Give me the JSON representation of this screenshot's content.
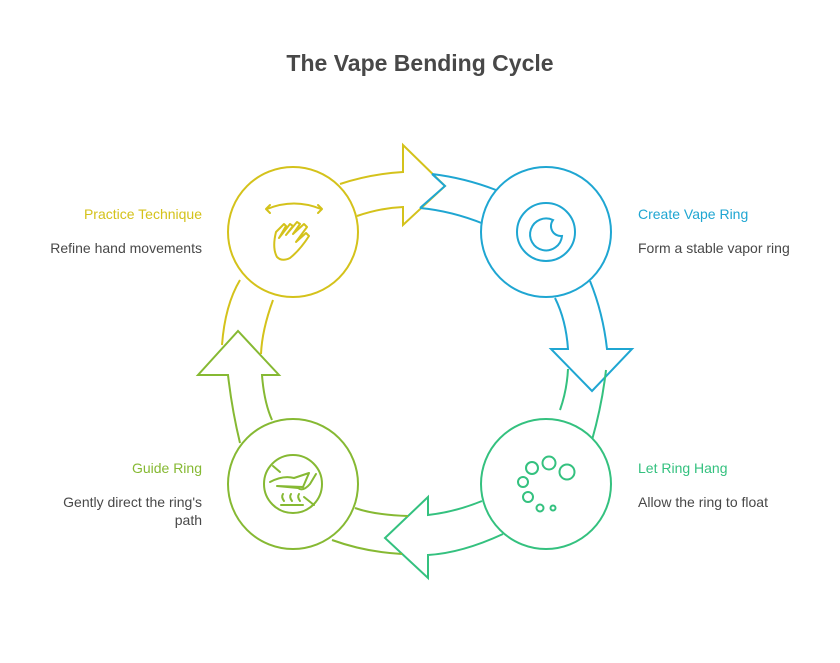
{
  "title": "The Vape Bending Cycle",
  "colors": {
    "practice": "#d4c21b",
    "create": "#1fa6d2",
    "hang": "#34c17f",
    "guide": "#86b933",
    "text": "#484848"
  },
  "steps": [
    {
      "id": "practice",
      "title": "Practice Technique",
      "description": "Refine hand movements",
      "icon": "hand-wave-icon"
    },
    {
      "id": "create",
      "title": "Create Vape Ring",
      "description": "Form a stable vapor ring",
      "icon": "moon-ring-icon"
    },
    {
      "id": "hang",
      "title": "Let Ring Hang",
      "description": "Allow the ring to float",
      "icon": "bubbles-icon"
    },
    {
      "id": "guide",
      "title": "Guide Ring",
      "description": "Gently direct the ring's path",
      "icon": "hand-steam-icon"
    }
  ]
}
